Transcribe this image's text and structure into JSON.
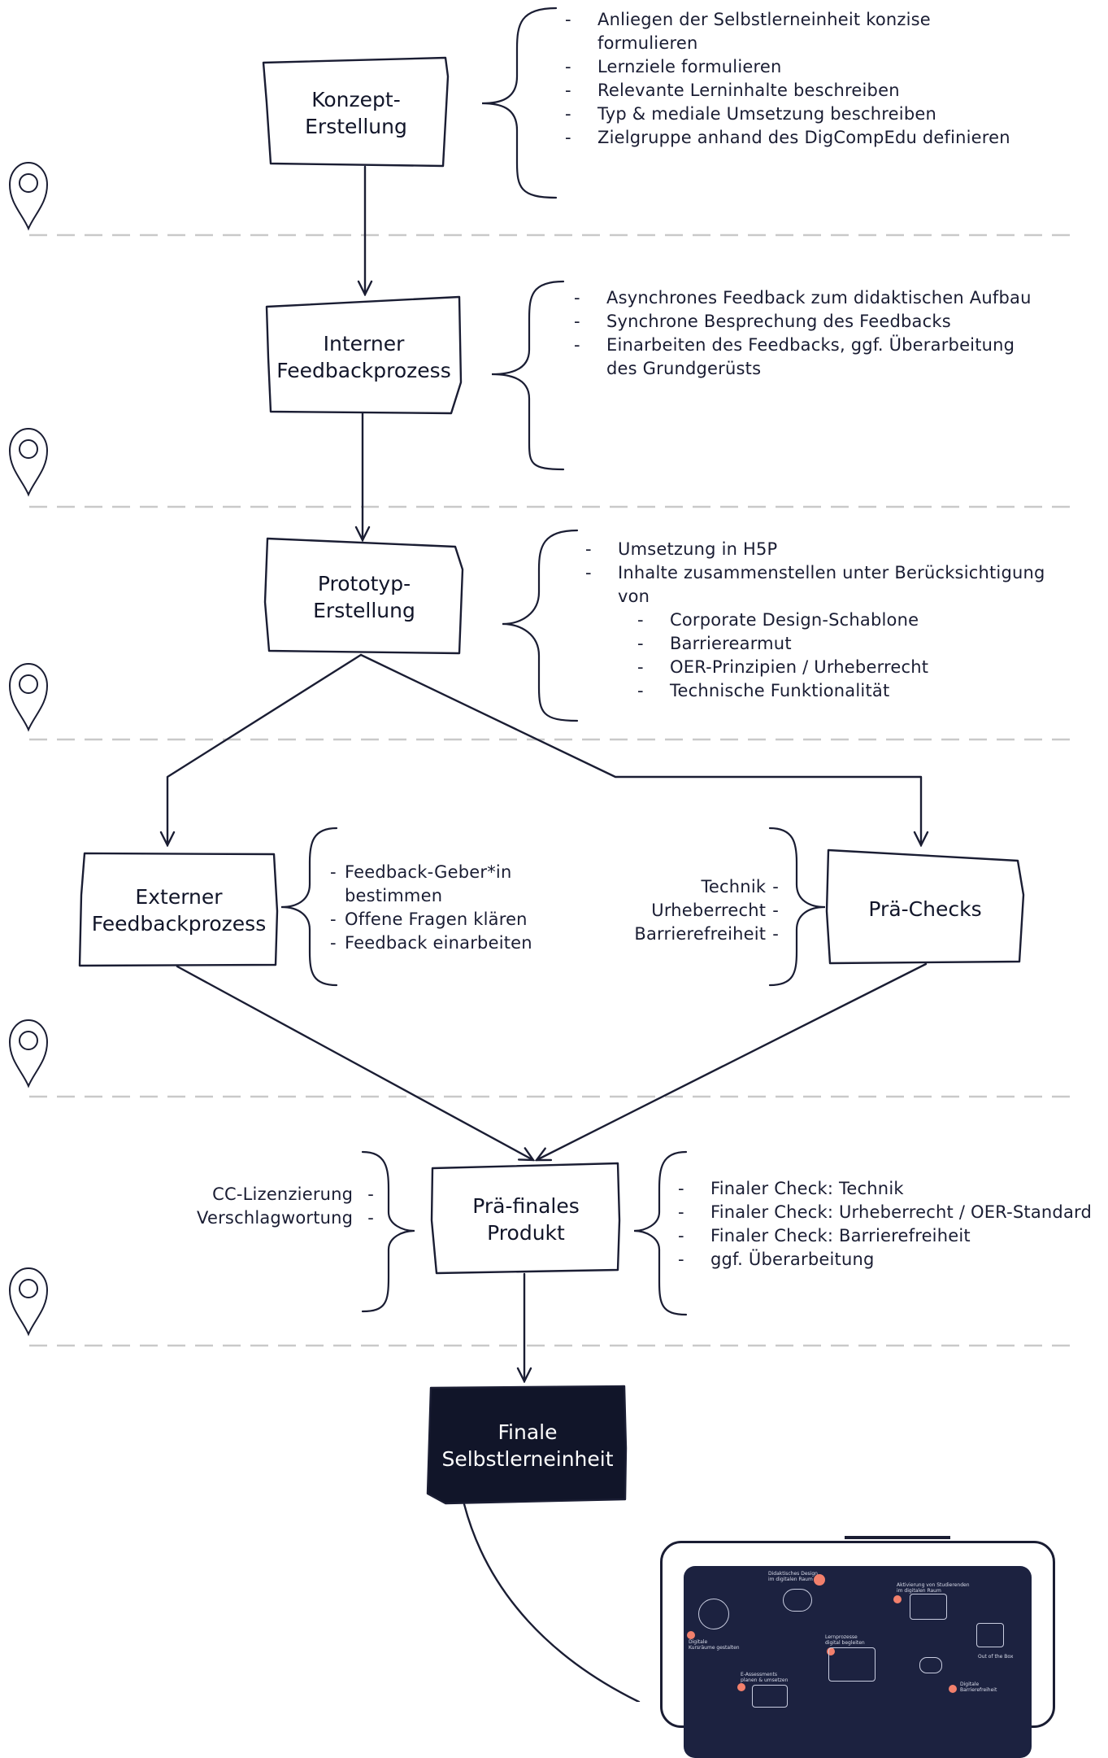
{
  "nodes": {
    "konzept": "Konzept-\nErstellung",
    "intern": "Interner\nFeedbackprozess",
    "prototyp": "Prototyp-\nErstellung",
    "extern": "Externer\nFeedbackprozess",
    "prae_checks": "Prä-Checks",
    "prae_finales": "Prä-finales\nProdukt",
    "finale": "Finale\nSelbstlerneinheit"
  },
  "notes": {
    "konzept": [
      {
        "text": "Anliegen der Selbstlerneinheit konzise",
        "dash": true
      },
      {
        "text": "formulieren",
        "dash": false
      },
      {
        "text": "Lernziele formulieren",
        "dash": true
      },
      {
        "text": "Relevante Lerninhalte beschreiben",
        "dash": true
      },
      {
        "text": "Typ & mediale Umsetzung beschreiben",
        "dash": true
      },
      {
        "text": "Zielgruppe anhand des DigCompEdu definieren",
        "dash": true
      }
    ],
    "intern": [
      {
        "text": "Asynchrones Feedback zum didaktischen Aufbau",
        "dash": true
      },
      {
        "text": "Synchrone Besprechung des Feedbacks",
        "dash": true
      },
      {
        "text": "Einarbeiten des Feedbacks, ggf. Überarbeitung",
        "dash": true
      },
      {
        "text": "des Grundgerüsts",
        "dash": false
      }
    ],
    "prototyp": [
      {
        "text": "Umsetzung in H5P",
        "dash": true
      },
      {
        "text": "Inhalte zusammenstellen unter Berücksichtigung",
        "dash": true
      },
      {
        "text": "von",
        "dash": false
      },
      {
        "text": "Corporate Design-Schablone",
        "dash": true,
        "level": 2
      },
      {
        "text": "Barrierearmut",
        "dash": true,
        "level": 2
      },
      {
        "text": "OER-Prinzipien / Urheberrecht",
        "dash": true,
        "level": 2
      },
      {
        "text": "Technische Funktionalität",
        "dash": true,
        "level": 2
      }
    ],
    "extern": [
      {
        "text": "Feedback-Geber*in",
        "dash": true
      },
      {
        "text": "bestimmen",
        "dash": false
      },
      {
        "text": "Offene Fragen klären",
        "dash": true
      },
      {
        "text": "Feedback einarbeiten",
        "dash": true
      }
    ],
    "prae_checks": [
      {
        "text": "Technik",
        "dash": true
      },
      {
        "text": "Urheberrecht",
        "dash": true
      },
      {
        "text": "Barrierefreiheit",
        "dash": true
      }
    ],
    "prae_finales_left": [
      {
        "text": "CC-Lizenzierung",
        "dash": true
      },
      {
        "text": "Verschlagwortung",
        "dash": true
      }
    ],
    "prae_finales_right": [
      {
        "text": "Finaler Check: Technik",
        "dash": true
      },
      {
        "text": "Finaler Check: Urheberrecht / OER-Standard",
        "dash": true
      },
      {
        "text": "Finaler Check: Barrierefreiheit",
        "dash": true
      },
      {
        "text": "ggf. Überarbeitung",
        "dash": true
      }
    ]
  },
  "tablet_screen": {
    "labels": [
      "Didaktisches Design",
      "im digitalen Raum",
      "Aktivierung von Studierenden",
      "im digitalen Raum",
      "Digitale",
      "Kursräume gestalten",
      "Lernprozesse",
      "digital begleiten",
      "Out of the Box",
      "E-Assessments",
      "planen & umsetzen",
      "Digitale",
      "Barrierefreiheit"
    ]
  },
  "colors": {
    "ink": "#1a1d33",
    "dark_fill": "#111529",
    "divider": "#c7c7c7",
    "accent_dot": "#f2806c"
  }
}
